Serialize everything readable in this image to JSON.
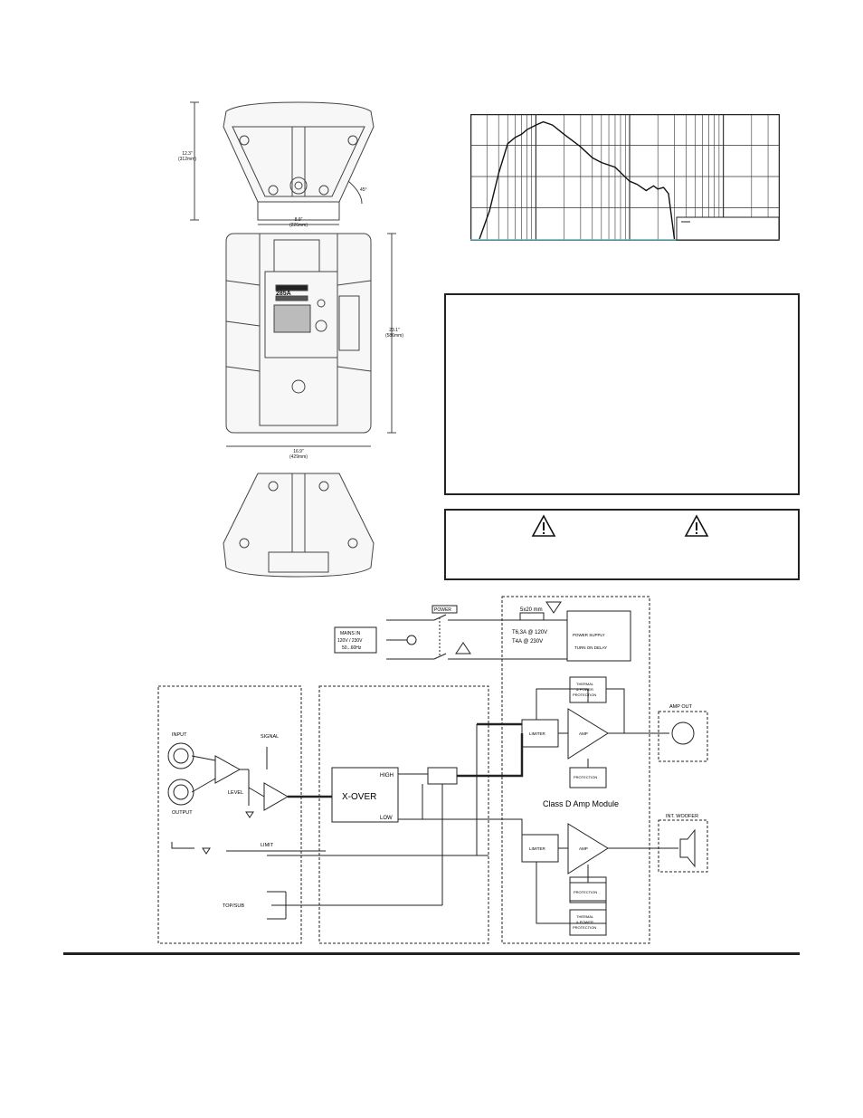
{
  "dimensions": {
    "top_height": "12.3\"",
    "top_height_mm": "(312mm)",
    "angle": "45°",
    "top_width": "8.9\"",
    "top_width_mm": "(226mm)",
    "rear_height": "23.1\"",
    "rear_height_mm": "(586mm)",
    "rear_width": "16.9\"",
    "rear_width_mm": "(429mm)"
  },
  "rear_panel": {
    "model": "285A"
  },
  "chart_data": {
    "type": "line",
    "title": "",
    "xlabel": "",
    "ylabel": "",
    "x_scale": "log",
    "xlim": [
      20,
      40000
    ],
    "ylim": [
      0,
      4
    ],
    "series": [
      {
        "name": "",
        "x": [
          25,
          32,
          40,
          50,
          60,
          70,
          80,
          100,
          120,
          150,
          200,
          300,
          400,
          500,
          700,
          1000,
          1200,
          1500,
          1800,
          2000,
          2300,
          2600,
          3000
        ],
        "y": [
          0,
          0.9,
          2.1,
          3.05,
          3.25,
          3.35,
          3.5,
          3.65,
          3.75,
          3.65,
          3.35,
          2.95,
          2.6,
          2.45,
          2.3,
          1.85,
          1.75,
          1.55,
          1.7,
          1.6,
          1.65,
          1.45,
          0
        ]
      }
    ]
  },
  "warning_icons": [
    "warning-triangle-icon",
    "warning-triangle-icon"
  ],
  "block_diagram": {
    "power": "POWER",
    "mains_in": [
      "MAINS IN",
      "120V / 230V",
      "50...60Hz"
    ],
    "fuse_size": "5x20 mm",
    "fuse_120": "T6,3A @ 120V",
    "fuse_230": "T4A @ 230V",
    "power_supply": "POWER SUPPLY",
    "turn_on_delay": "TURN ON DELAY",
    "thermal": [
      "THERMAL",
      "& POWER",
      "PROTECTION"
    ],
    "limiter": "LIMITER",
    "amp": "AMP",
    "protection": "PROTECTION",
    "amp_out": "AMP OUT",
    "int_woofer": "INT. WOOFER",
    "class_d": "Class D Amp Module",
    "input": "INPUT",
    "output": "OUTPUT",
    "signal": "SIGNAL",
    "level": "LEVEL",
    "limit": "LIMIT",
    "top_sub": "TOP/SUB",
    "xover": "X-OVER",
    "high": "HIGH",
    "low": "LOW"
  }
}
